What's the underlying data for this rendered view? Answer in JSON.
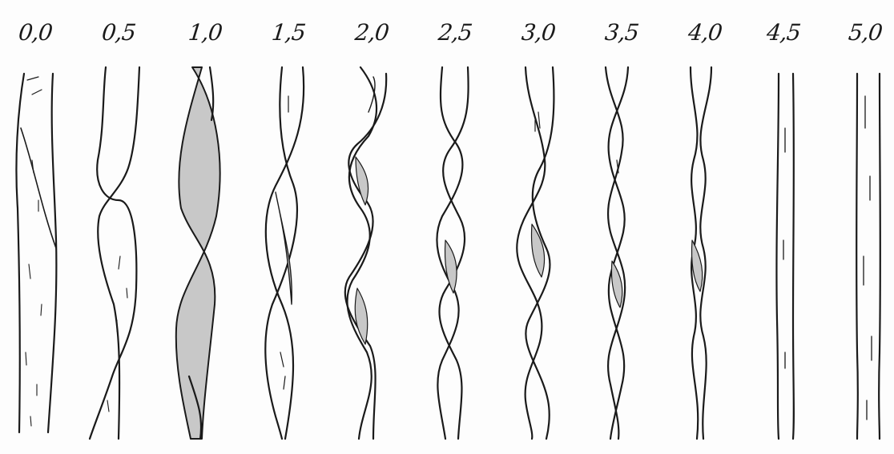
{
  "labels": [
    "0,0",
    "0,5",
    "1,0",
    "1,5",
    "2,0",
    "2,5",
    "3,0",
    "3,5",
    "4,0",
    "4,5",
    "5,0"
  ],
  "colors": {
    "ink": "#1a1a1a",
    "shade": "#c8c8c8",
    "paper": "#fdfdfd"
  }
}
